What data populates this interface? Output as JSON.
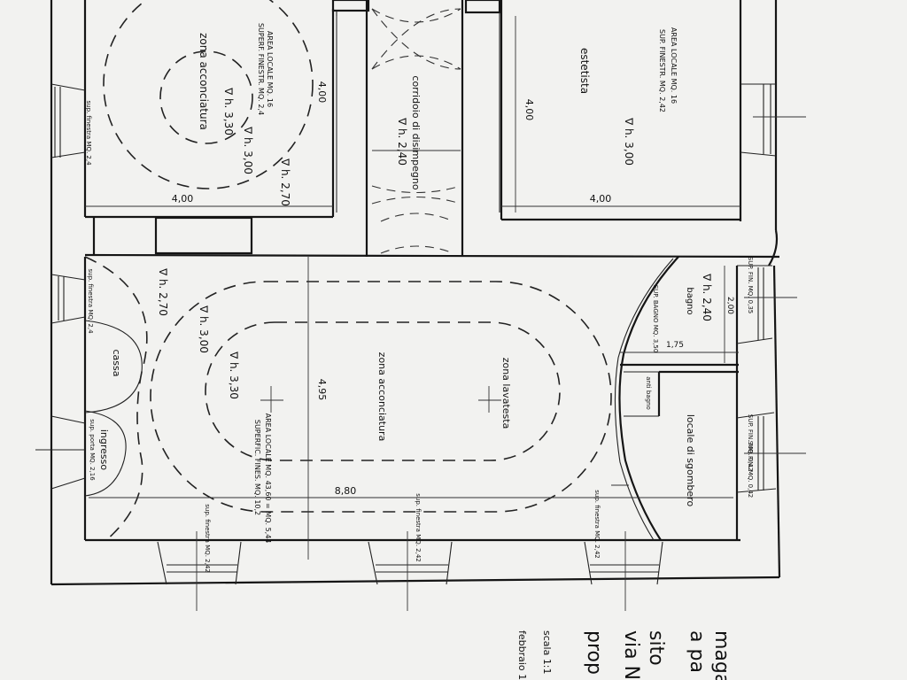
{
  "rooms": {
    "top_left": {
      "name": "zona acconciatura",
      "area": "AREA LOCALE MQ. 16",
      "surface": "SUPERF. FINESTR. MQ. 2,4",
      "h_inner": "∇ h. 3,30",
      "h_mid": "∇ h. 3,00",
      "h_outer": "∇ h. 2,70",
      "window": "sup. finestra MQ. 2,4"
    },
    "corridor": {
      "name": "corridoio di disimpegno",
      "height": "∇ h. 2,40"
    },
    "top_right": {
      "name": "estetista",
      "area": "AREA LOCALE MQ. 16",
      "surface": "SUP. FINESTR. MQ. 2,42",
      "height": "∇ h. 3,00"
    },
    "main": {
      "name": "zona acconciatura",
      "name2": "zona lavatesta",
      "h_outer": "∇ h. 2,70",
      "h_mid": "∇ h. 3,00",
      "h_inner": "∇ h. 3,30",
      "area": "AREA LOCALE MQ. 43,60 = MQ. 5,44",
      "surface": "SUPERFIC. FINES. MQ. 10,2",
      "cassa": "cassa",
      "ingresso": "ingresso",
      "ingresso_sup": "sup. porta MQ. 2,16",
      "window_left": "sup. finestra MQ. 2,4",
      "window_b1": "sup. finestra MQ. 2,42",
      "window_b2": "sup. finestra MQ. 2,42",
      "window_b3": "sup. finestra MQ. 2,42"
    },
    "bagno": {
      "name": "bagno",
      "height": "∇ h. 2,40",
      "sup": "SUP. BAGNO MQ. 3,50",
      "anti": "anti bagno",
      "window": "SUP. FIN. MQ. 0,35"
    },
    "sgombero": {
      "name": "locale di sgombero",
      "window_top": "SUP. FIN. MQ. 0,42",
      "window_bot": "SUP. FIN. MQ. 0,42"
    }
  },
  "dimensions": {
    "d1": "4,00",
    "d2": "4,00",
    "d3": "4,00",
    "d4": "4,00",
    "d5": "4,95",
    "d6": "8,80",
    "d7": "1,75",
    "d8": "2,00"
  },
  "title_block": {
    "line1": "maga",
    "line2": "a pa",
    "line3": "sito",
    "line4": "via N",
    "line5": "prop",
    "line6": "scala 1:1",
    "line7": "febbraio 1"
  }
}
